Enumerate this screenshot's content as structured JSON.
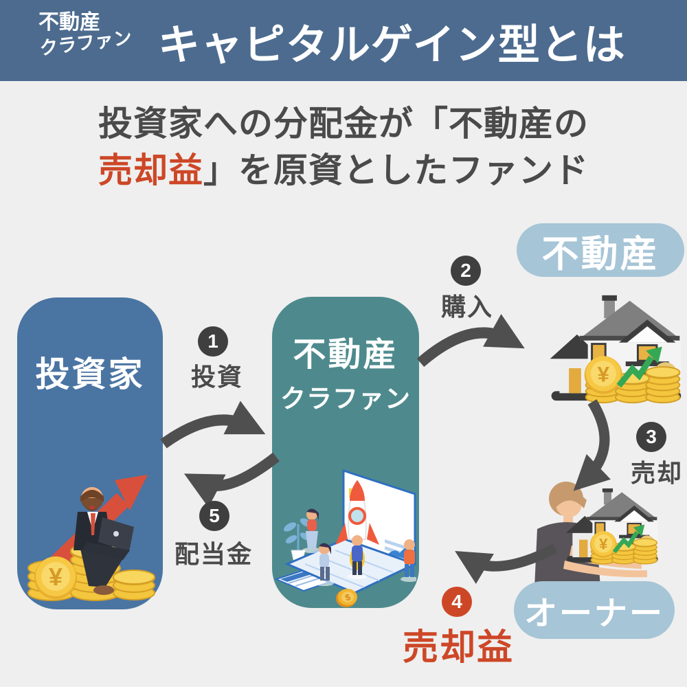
{
  "colors": {
    "background": "#efefef",
    "header_bg": "#4c6b8f",
    "investor_box": "#4a74a2",
    "crowdfunding_box": "#4e8a8d",
    "pill_bg": "#a6c5d6",
    "accent_red": "#cd4727",
    "text_dark": "#4a4a4a",
    "arrow_gray": "#4f4f4f",
    "text_white": "#ffffff"
  },
  "header": {
    "tag_line1": "不動産",
    "tag_line2": "クラファン",
    "title": "キャピタルゲイン型とは"
  },
  "subtitle": {
    "line1": "投資家への分配金が「不動産の",
    "line2_highlight": "売却益",
    "line2_rest": "」を原資としたファンド"
  },
  "diagram": {
    "investor": {
      "label": "投資家"
    },
    "crowdfunding": {
      "label_line1": "不動産",
      "label_line2": "クラファン"
    },
    "property": {
      "label": "不動産"
    },
    "owner": {
      "label": "オーナー"
    },
    "steps": [
      {
        "number": "1",
        "label": "投資"
      },
      {
        "number": "2",
        "label": "購入"
      },
      {
        "number": "3",
        "label": "売却"
      },
      {
        "number": "4",
        "label": "売却益"
      },
      {
        "number": "5",
        "label": "配当金"
      }
    ],
    "icons": {
      "yen_symbol": "¥",
      "dollar_symbol": "$",
      "investor_illustration": "businessman-on-coins-with-laptop-and-rising-arrow",
      "crowdfunding_illustration": "isometric-laptop-rocket-launch-team",
      "property_illustration": "house-with-coins-and-growth-arrow",
      "owner_illustration": "person-holding-house-with-coins"
    }
  }
}
